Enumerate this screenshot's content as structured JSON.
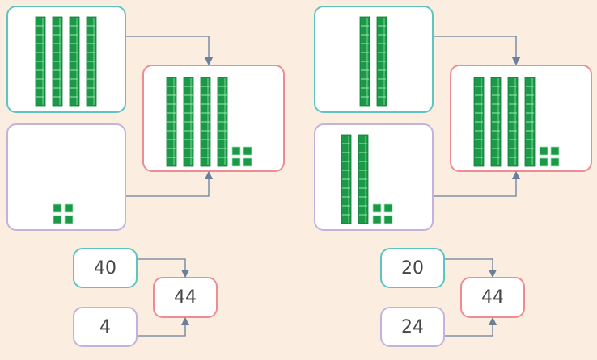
{
  "colors": {
    "background": "#fbeee1",
    "block_fill": "#1a9a47",
    "block_line": "#9ee7b6",
    "teal_border": "#5fc4c0",
    "lilac_border": "#c3b3dc",
    "pink_border": "#ef8c93",
    "arrow": "#6a7f99"
  },
  "left": {
    "top_tens": 4,
    "bottom_tens": 0,
    "bottom_ones": 4,
    "result_tens": 4,
    "result_ones": 4,
    "num_top": "40",
    "num_bottom": "4",
    "num_result": "44"
  },
  "right": {
    "top_tens": 2,
    "bottom_tens": 2,
    "bottom_ones": 4,
    "result_tens": 4,
    "result_ones": 4,
    "num_top": "20",
    "num_bottom": "24",
    "num_result": "44"
  }
}
